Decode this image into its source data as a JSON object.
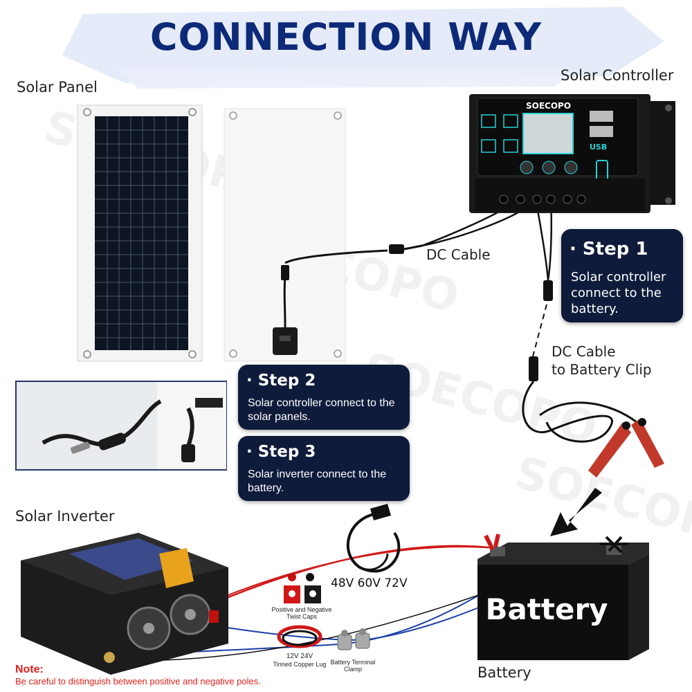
{
  "title": "CONNECTION WAY",
  "watermark": "SOECOPO",
  "labels": {
    "solar_panel": "Solar Panel",
    "solar_controller": "Solar Controller",
    "dc_cable": "DC Cable",
    "dc_cable_battery_line1": "DC Cable",
    "dc_cable_battery_line2": "to Battery Clip",
    "solar_inverter": "Solar Inverter",
    "battery": "Battery",
    "battery_text": "Battery",
    "voltage": "48V 60V 72V",
    "twist_caps_line1": "Positive and Negative",
    "twist_caps_line2": "Twist Caps",
    "copper_lug_line1": "12V 24V",
    "copper_lug_line2": "Tinned Copper Lug",
    "terminal_clamp_line1": "Battery Terminal",
    "terminal_clamp_line2": "Clamp"
  },
  "controller": {
    "brand": "SOECOPO",
    "usb": "USB"
  },
  "steps": [
    {
      "heading": "· Step 1",
      "text_lines": [
        "Solar controller",
        "connect to the",
        "battery."
      ]
    },
    {
      "heading": "· Step 2",
      "text_lines": [
        "Solar controller connect to the",
        "solar panels."
      ]
    },
    {
      "heading": "· Step 3",
      "text_lines": [
        "Solar inverter connect to the",
        "battery."
      ]
    }
  ],
  "note": {
    "heading": "Note:",
    "text": "Be careful to distinguish between positive and negative poles."
  },
  "colors": {
    "title": "#0d2a78",
    "step_bg": "#0f1b3a",
    "note": "#e0201a",
    "wire_red": "#d01818",
    "wire_blue": "#1a3fa8"
  }
}
